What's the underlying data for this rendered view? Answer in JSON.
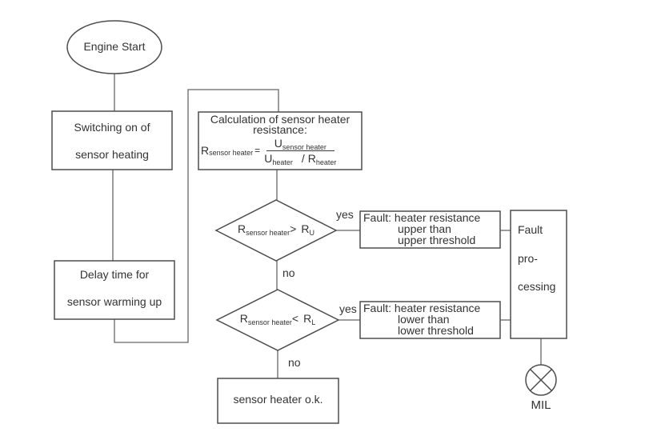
{
  "colors": {
    "background": "#ffffff",
    "box_border": "#4d4d4d",
    "connector": "#666666",
    "text": "#333333"
  },
  "nodes": {
    "start": {
      "label": "Engine Start"
    },
    "switching": {
      "line1": "Switching on of",
      "line2": "sensor heating"
    },
    "delay": {
      "line1": "Delay time for",
      "line2": "sensor warming up"
    },
    "calc": {
      "title1": "Calculation of sensor heater",
      "title2": "resistance:",
      "formula": {
        "lhs_base": "R",
        "lhs_sub": "sensor heater",
        "equals": "=",
        "num_base": "U",
        "num_sub": "sensor heater",
        "den1_base": "U",
        "den1_sub": "heater",
        "den_op": "/",
        "den2_base": "R",
        "den2_sub": "heater"
      }
    },
    "check_upper": {
      "lhs_base": "R",
      "lhs_sub": "sensor heater",
      "op": ">",
      "rhs_base": "R",
      "rhs_sub": "U"
    },
    "check_lower": {
      "lhs_base": "R",
      "lhs_sub": "sensor heater",
      "op": "<",
      "rhs_base": "R",
      "rhs_sub": "L"
    },
    "fault_upper": {
      "line1": "Fault: heater resistance",
      "line2": "upper than",
      "line3": "upper threshold"
    },
    "fault_lower": {
      "line1": "Fault: heater resistance",
      "line2": "lower than",
      "line3": "lower threshold"
    },
    "fault_processing": {
      "line1": "Fault",
      "line2": "pro-",
      "line3": "cessing"
    },
    "ok": {
      "label": "sensor heater o.k."
    },
    "mil": {
      "label": "MIL"
    }
  },
  "labels": {
    "yes_upper": "yes",
    "no_upper": "no",
    "yes_lower": "yes",
    "no_lower": "no"
  }
}
